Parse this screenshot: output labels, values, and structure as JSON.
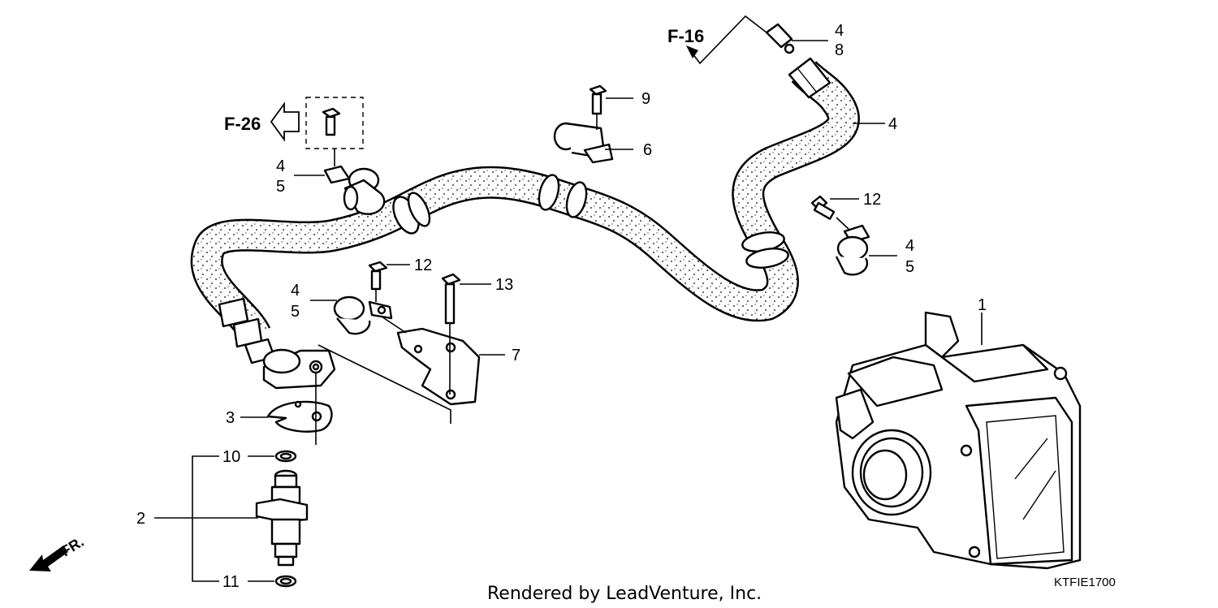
{
  "diagram": {
    "references": {
      "f16": "F-16",
      "f26": "F-26"
    },
    "callouts": {
      "c1": "1",
      "c2": "2",
      "c3": "3",
      "c4a": "4",
      "c8": "8",
      "c4b": "4",
      "c9": "9",
      "c6": "6",
      "c4c": "4",
      "c5c": "5",
      "c12a": "12",
      "c4d": "4",
      "c5d": "5",
      "c12b": "12",
      "c13": "13",
      "c4e": "4",
      "c5e": "5",
      "c7": "7",
      "c10": "10",
      "c11": "11"
    },
    "front_marker": "FR.",
    "diagram_code": "KTFIE1700",
    "footer": "Rendered by LeadVenture, Inc."
  }
}
